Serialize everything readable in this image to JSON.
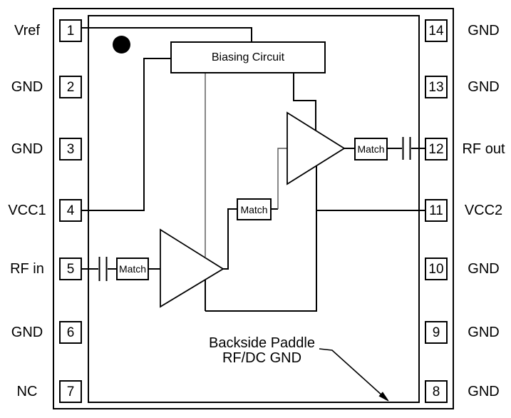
{
  "diagram": {
    "pins_left": [
      {
        "number": "1",
        "label": "Vref"
      },
      {
        "number": "2",
        "label": "GND"
      },
      {
        "number": "3",
        "label": "GND"
      },
      {
        "number": "4",
        "label": "VCC1"
      },
      {
        "number": "5",
        "label": "RF in"
      },
      {
        "number": "6",
        "label": "GND"
      },
      {
        "number": "7",
        "label": "NC"
      }
    ],
    "pins_right": [
      {
        "number": "14",
        "label": "GND"
      },
      {
        "number": "13",
        "label": "GND"
      },
      {
        "number": "12",
        "label": "RF out"
      },
      {
        "number": "11",
        "label": "VCC2"
      },
      {
        "number": "10",
        "label": "GND"
      },
      {
        "number": "9",
        "label": "GND"
      },
      {
        "number": "8",
        "label": "GND"
      }
    ],
    "blocks": {
      "biasing_label": "Biasing Circuit",
      "match_labels": [
        "Match",
        "Match",
        "Match"
      ]
    },
    "annotation": {
      "line1": "Backside Paddle",
      "line2": "RF/DC GND"
    },
    "icons": {
      "pin1_marker": "pin-1-indicator-dot",
      "amplifiers": "amplifier-triangle-icon",
      "capacitors": "dc-block-capacitor-icon",
      "leader": "paddle-pointer-arrow-icon"
    },
    "colors": {
      "line": "#000000",
      "thin_line": "#555555",
      "background": "#ffffff",
      "text": "#000000"
    }
  }
}
